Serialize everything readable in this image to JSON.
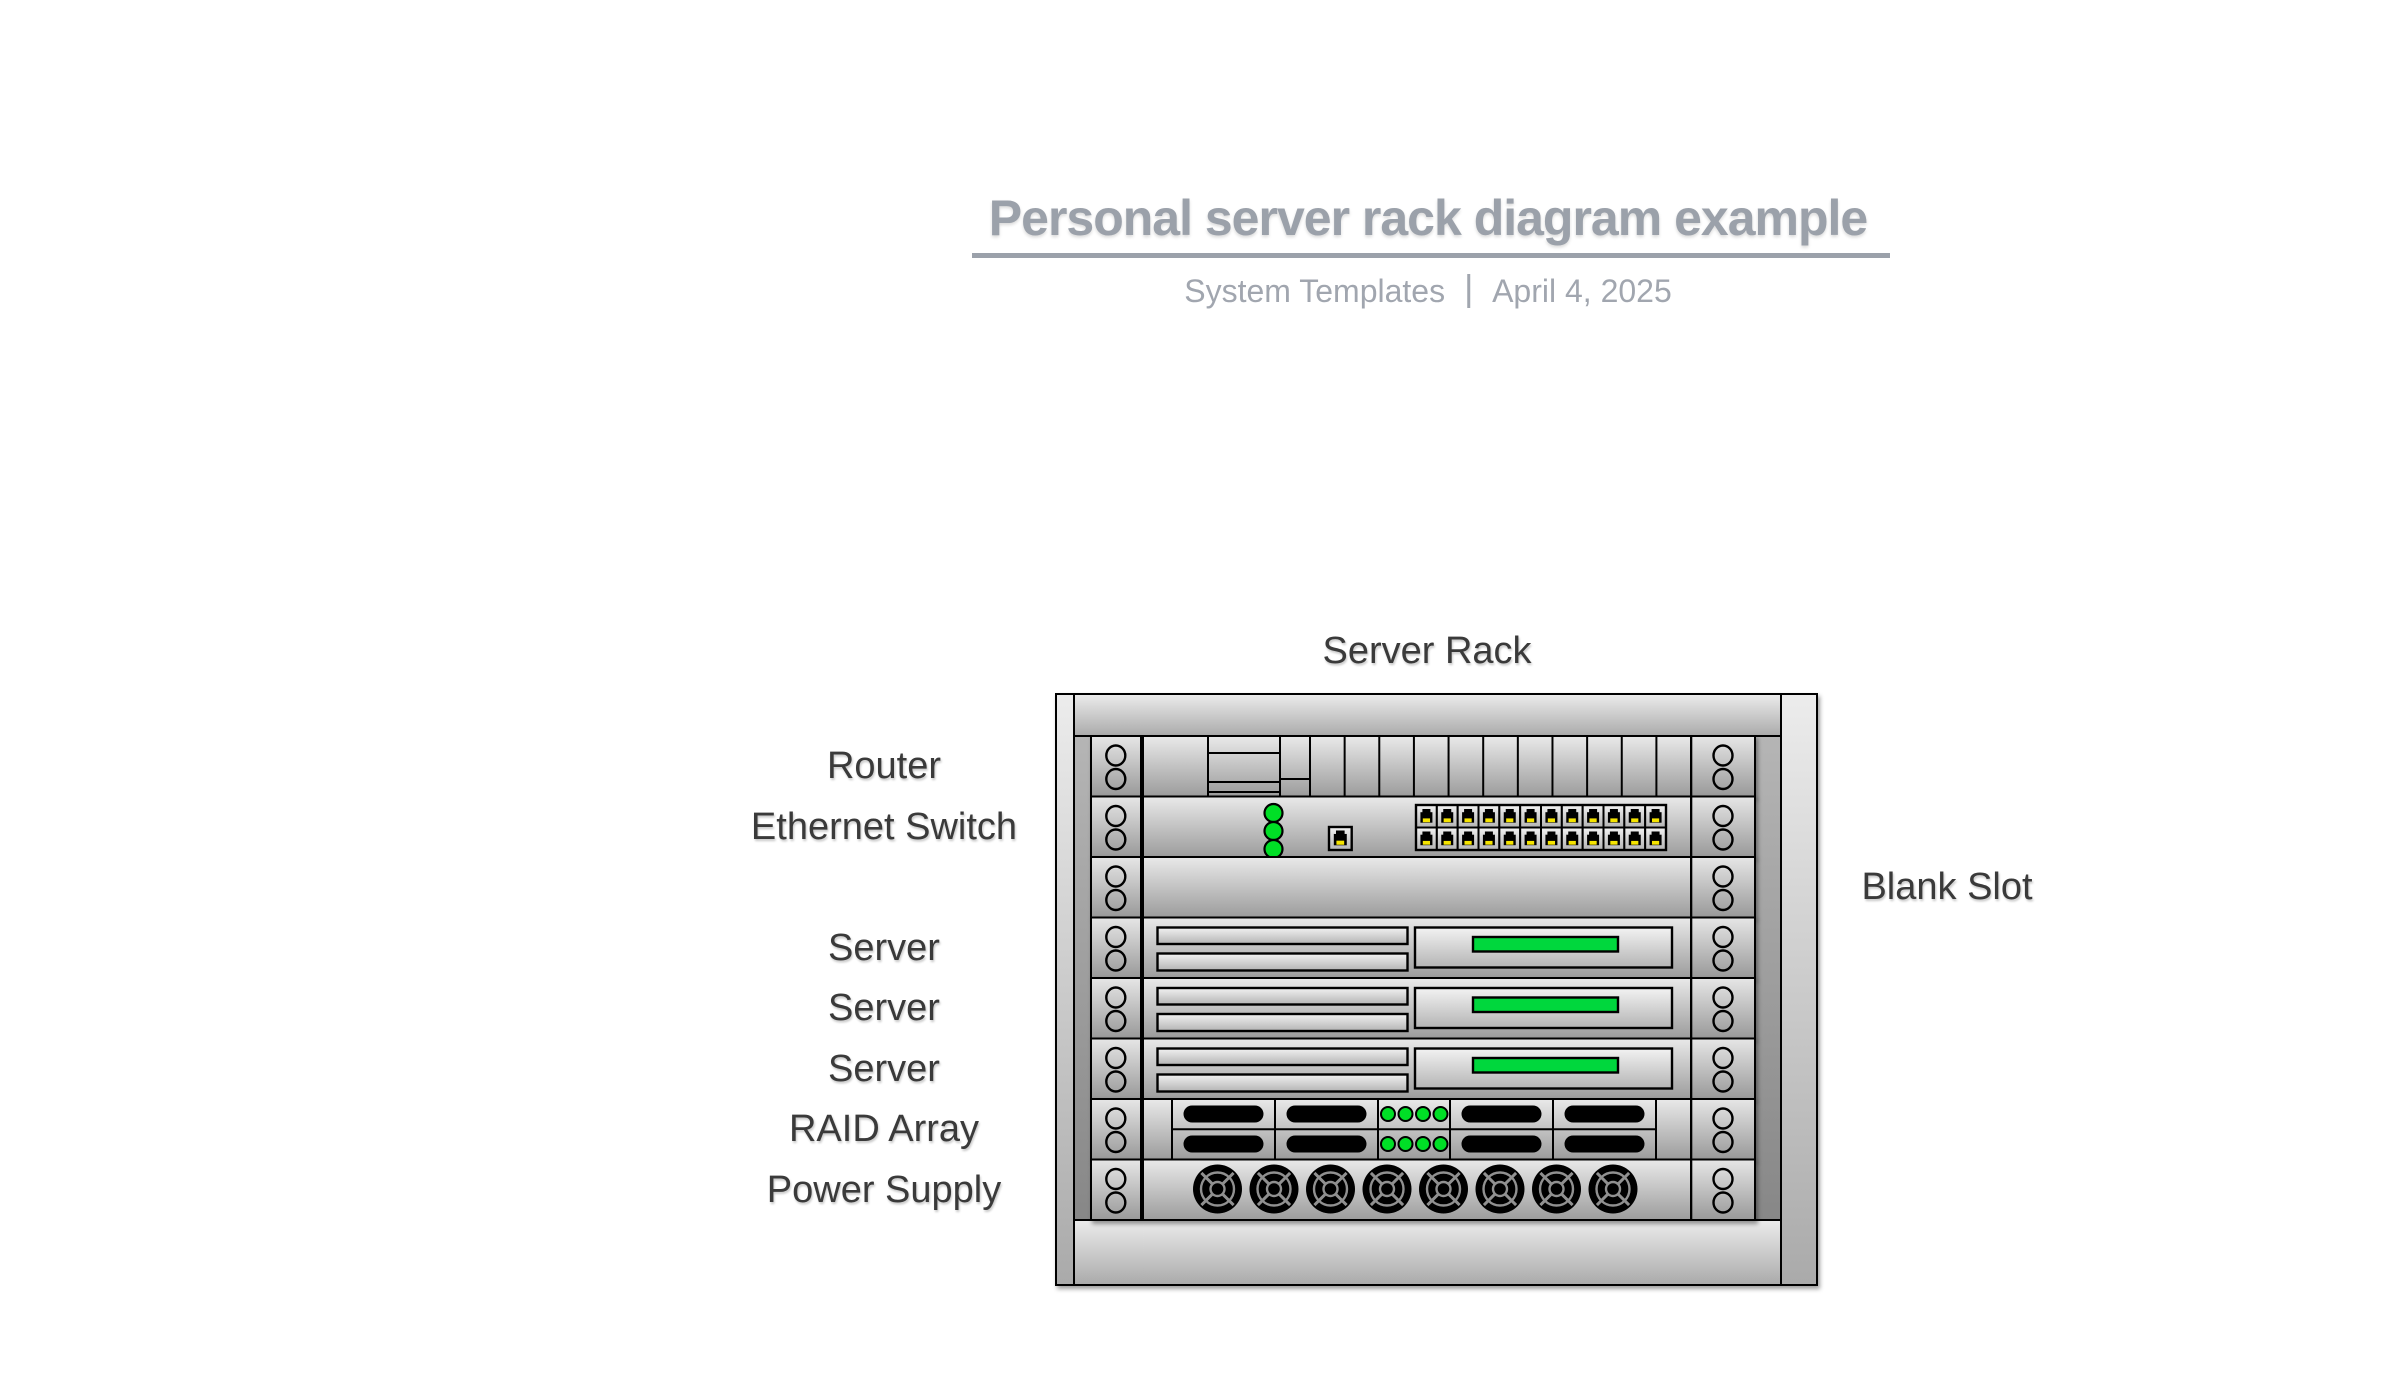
{
  "header": {
    "title": "Personal server rack diagram example",
    "author": "System Templates",
    "separator": "|",
    "date": "April 4, 2025"
  },
  "diagram": {
    "rack_title": "Server Rack",
    "rows": [
      {
        "type": "router",
        "label": "Router",
        "label_side": "left"
      },
      {
        "type": "switch",
        "label": "Ethernet Switch",
        "label_side": "left"
      },
      {
        "type": "blank",
        "label": "Blank Slot",
        "label_side": "right"
      },
      {
        "type": "server",
        "label": "Server",
        "label_side": "left"
      },
      {
        "type": "server",
        "label": "Server",
        "label_side": "left"
      },
      {
        "type": "server",
        "label": "Server",
        "label_side": "left"
      },
      {
        "type": "raid",
        "label": "RAID Array",
        "label_side": "left"
      },
      {
        "type": "power",
        "label": "Power Supply",
        "label_side": "left"
      }
    ]
  },
  "colors": {
    "title_gray": "#9BA1AA",
    "subtitle_gray": "#A1A6AF",
    "label_color": "#3A3A3A",
    "led_green": "#00DF25",
    "bar_green": "#00D73C",
    "port_yellow": "#F5E400",
    "outline": "#000000"
  }
}
